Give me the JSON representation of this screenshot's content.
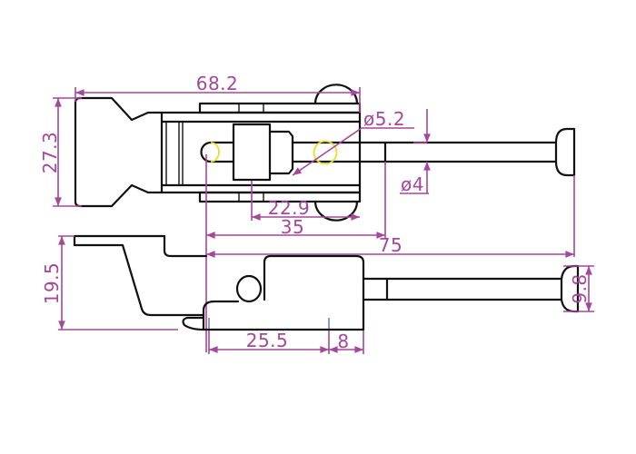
{
  "dimensions": {
    "overall_length_top": "68.2",
    "handle_height": "27.3",
    "pin_diameter": "ø5.2",
    "rod_diameter": "ø4",
    "block_to_end": "22.9",
    "pin_to_rod_end": "35",
    "pin_to_rod_tip": "75",
    "side_height": "19.5",
    "base_length": "25.5",
    "base_offset": "8",
    "rod_head_height": "9.8"
  },
  "colors": {
    "dimension": "#a5479a",
    "outline": "#111111",
    "highlight": "#e8e020"
  }
}
